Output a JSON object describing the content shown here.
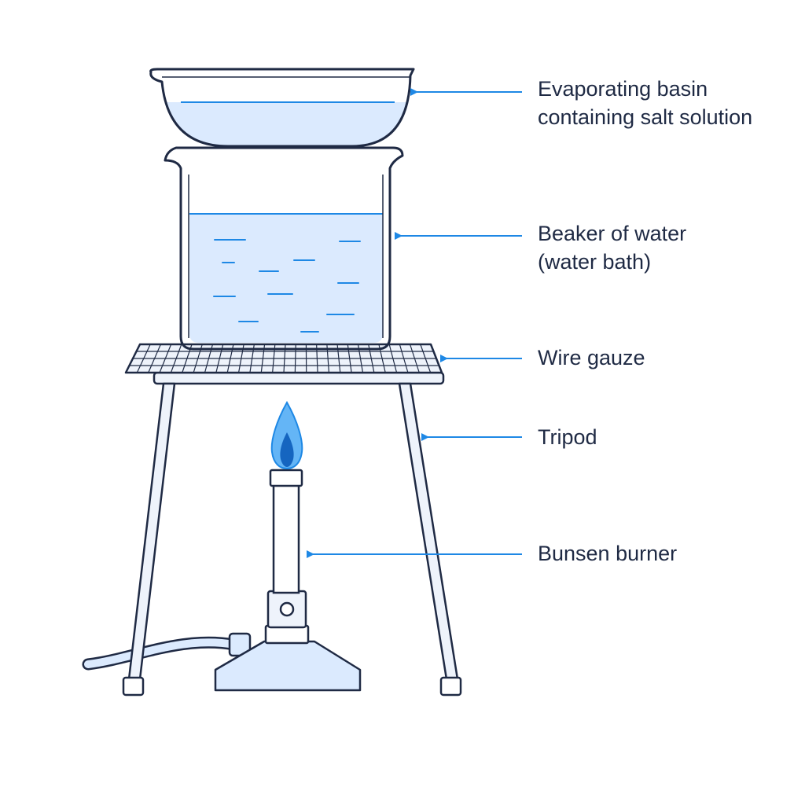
{
  "colors": {
    "outline": "#1f2a44",
    "accent_blue": "#1e88e5",
    "water_fill": "#dbeafe",
    "glass_fill": "#ffffff",
    "metal_fill": "#eef3fb",
    "flame_outer": "#64b5f6",
    "flame_inner": "#1e88e5"
  },
  "labels": {
    "basin_line1": "Evaporating basin",
    "basin_line2": "containing salt solution",
    "beaker_line1": "Beaker of water",
    "beaker_line2": "(water bath)",
    "gauze": "Wire gauze",
    "tripod": "Tripod",
    "burner": "Bunsen burner"
  },
  "icons": [
    "evaporating-basin",
    "beaker",
    "wire-gauze",
    "tripod",
    "bunsen-burner",
    "flame",
    "gas-tube"
  ]
}
